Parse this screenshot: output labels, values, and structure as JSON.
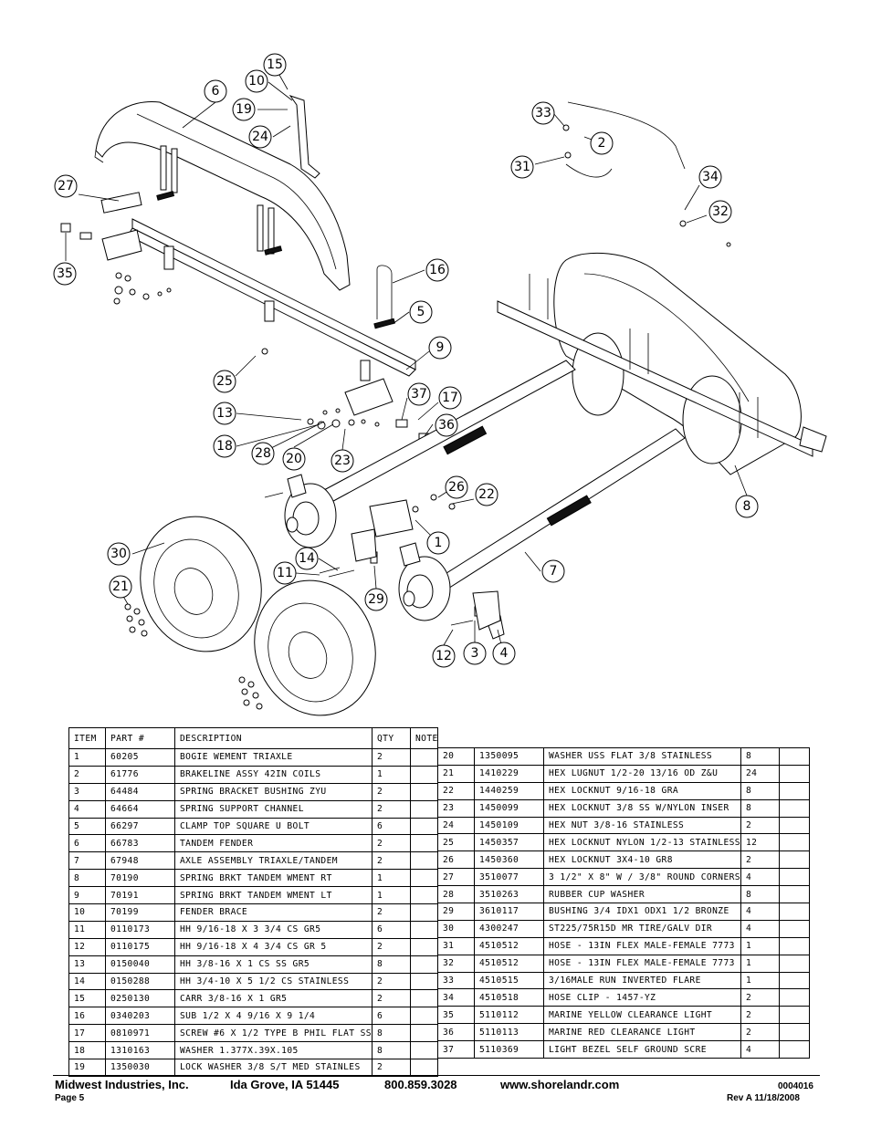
{
  "callouts": [
    "1",
    "2",
    "3",
    "4",
    "5",
    "6",
    "7",
    "8",
    "9",
    "10",
    "11",
    "12",
    "13",
    "14",
    "15",
    "16",
    "17",
    "18",
    "19",
    "20",
    "21",
    "22",
    "23",
    "24",
    "25",
    "26",
    "27",
    "28",
    "29",
    "30",
    "31",
    "32",
    "33",
    "34",
    "35",
    "36",
    "37"
  ],
  "table": {
    "headers": [
      "ITEM",
      "PART #",
      "DESCRIPTION",
      "QTY",
      "NOTE"
    ],
    "left_rows": [
      [
        "1",
        "60205",
        "BOGIE WEMENT   TRIAXLE",
        "2",
        ""
      ],
      [
        "2",
        "61776",
        "BRAKELINE ASSY  42IN COILS",
        "1",
        ""
      ],
      [
        "3",
        "64484",
        "SPRING BRACKET BUSHING   ZYU",
        "2",
        ""
      ],
      [
        "4",
        "64664",
        "SPRING SUPPORT CHANNEL",
        "2",
        ""
      ],
      [
        "5",
        "66297",
        "CLAMP TOP SQUARE U BOLT",
        "6",
        ""
      ],
      [
        "6",
        "66783",
        "TANDEM FENDER",
        "2",
        ""
      ],
      [
        "7",
        "67948",
        "AXLE ASSEMBLY TRIAXLE/TANDEM",
        "2",
        ""
      ],
      [
        "8",
        "70190",
        "SPRING BRKT TANDEM WMENT RT",
        "1",
        ""
      ],
      [
        "9",
        "70191",
        "SPRING BRKT TANDEM WMENT LT",
        "1",
        ""
      ],
      [
        "10",
        "70199",
        "FENDER BRACE",
        "2",
        ""
      ],
      [
        "11",
        "0110173",
        "HH 9/16-18 X 3 3/4 CS GR5",
        "6",
        ""
      ],
      [
        "12",
        "0110175",
        "HH 9/16-18 X 4 3/4 CS GR 5",
        "2",
        ""
      ],
      [
        "13",
        "0150040",
        "HH 3/8-16 X 1 CS SS GR5",
        "8",
        ""
      ],
      [
        "14",
        "0150288",
        "HH 3/4-10 X 5 1/2 CS STAINLESS",
        "2",
        ""
      ],
      [
        "15",
        "0250130",
        "CARR 3/8-16 X 1 GR5",
        "2",
        ""
      ],
      [
        "16",
        "0340203",
        "SUB 1/2 X 4 9/16 X 9 1/4",
        "6",
        ""
      ],
      [
        "17",
        "0810971",
        "SCREW #6 X 1/2 TYPE B PHIL FLAT SS",
        "8",
        ""
      ],
      [
        "18",
        "1310163",
        "WASHER 1.377X.39X.105",
        "8",
        ""
      ],
      [
        "19",
        "1350030",
        "LOCK WASHER 3/8 S/T MED STAINLES",
        "2",
        ""
      ]
    ],
    "right_rows": [
      [
        "20",
        "1350095",
        "WASHER USS FLAT 3/8 STAINLESS",
        "8",
        ""
      ],
      [
        "21",
        "1410229",
        "HEX LUGNUT 1/2-20 13/16 OD Z&U",
        "24",
        ""
      ],
      [
        "22",
        "1440259",
        "HEX LOCKNUT 9/16-18 GRA",
        "8",
        ""
      ],
      [
        "23",
        "1450099",
        "HEX LOCKNUT 3/8 SS W/NYLON INSER",
        "8",
        ""
      ],
      [
        "24",
        "1450109",
        "HEX NUT 3/8-16 STAINLESS",
        "2",
        ""
      ],
      [
        "25",
        "1450357",
        "HEX LOCKNUT NYLON 1/2-13 STAINLESS",
        "12",
        ""
      ],
      [
        "26",
        "1450360",
        "HEX LOCKNUT 3X4-10 GR8",
        "2",
        ""
      ],
      [
        "27",
        "3510077",
        "3 1/2\" X 8\" W / 3/8\" ROUND CORNERS",
        "4",
        ""
      ],
      [
        "28",
        "3510263",
        "RUBBER CUP WASHER",
        "8",
        ""
      ],
      [
        "29",
        "3610117",
        "BUSHING  3/4 IDX1 ODX1 1/2 BRONZE",
        "4",
        ""
      ],
      [
        "30",
        "4300247",
        "ST225/75R15D MR TIRE/GALV DIR",
        "4",
        ""
      ],
      [
        "31",
        "4510512",
        "HOSE - 13IN FLEX MALE-FEMALE 7773",
        "1",
        ""
      ],
      [
        "32",
        "4510512",
        "HOSE - 13IN FLEX MALE-FEMALE 7773",
        "1",
        ""
      ],
      [
        "33",
        "4510515",
        "3/16MALE RUN INVERTED FLARE",
        "1",
        ""
      ],
      [
        "34",
        "4510518",
        "HOSE CLIP - 1457-YZ",
        "2",
        ""
      ],
      [
        "35",
        "5110112",
        "MARINE YELLOW CLEARANCE LIGHT",
        "2",
        ""
      ],
      [
        "36",
        "5110113",
        "MARINE RED CLEARANCE LIGHT",
        "2",
        ""
      ],
      [
        "37",
        "5110369",
        "LIGHT BEZEL  SELF GROUND   SCRE",
        "4",
        ""
      ]
    ]
  },
  "footer": {
    "company": "Midwest Industries, Inc.",
    "city": "Ida Grove, IA  51445",
    "phone": "800.859.3028",
    "website": "www.shorelandr.com",
    "doc_number": "0004016",
    "page": "Page 5",
    "revision": "Rev A   11/18/2008"
  }
}
